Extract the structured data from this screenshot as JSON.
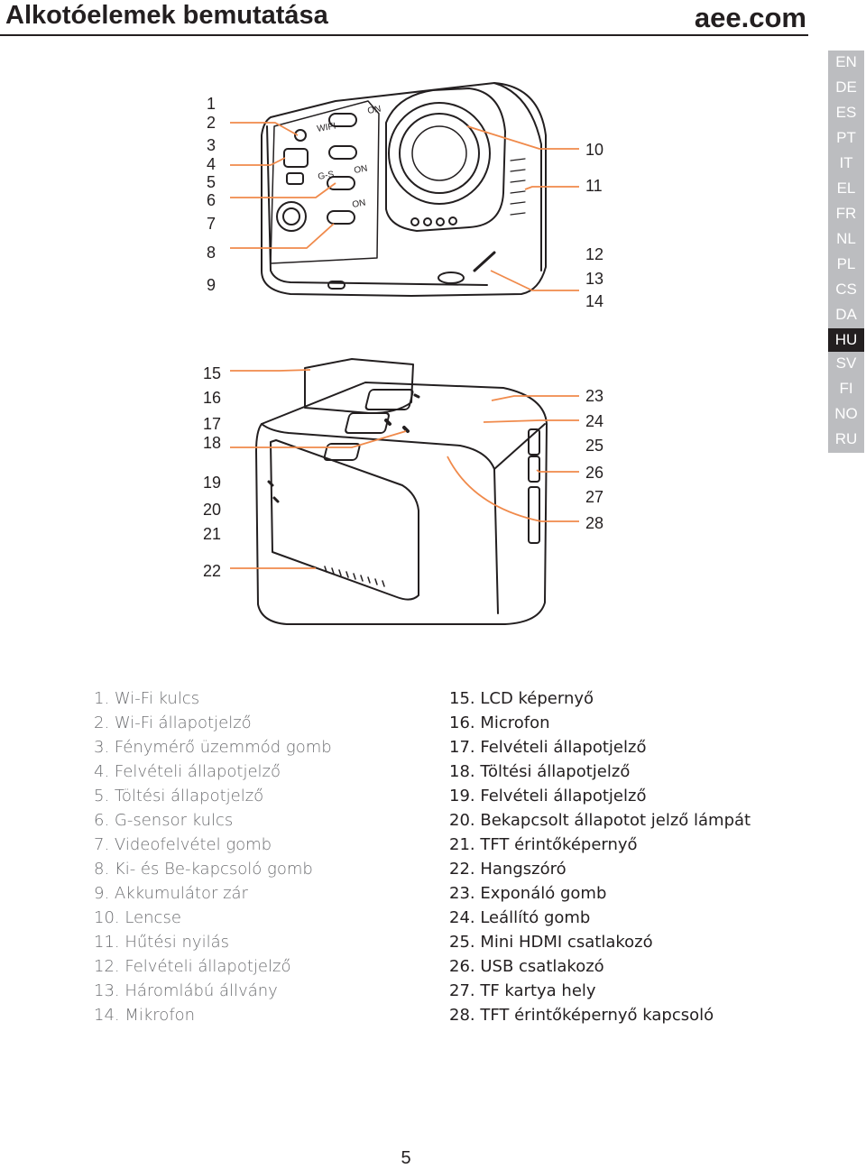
{
  "header": {
    "title": "Alkotóelemek bemutatása",
    "brand": "aee.com"
  },
  "languages": {
    "items": [
      "EN",
      "DE",
      "ES",
      "PT",
      "IT",
      "EL",
      "FR",
      "NL",
      "PL",
      "CS",
      "DA",
      "HU",
      "SV",
      "FI",
      "NO",
      "RU"
    ],
    "active": "HU"
  },
  "callouts": {
    "top_left": [
      "1",
      "2",
      "3",
      "4",
      "5",
      "6",
      "7",
      "8",
      "9"
    ],
    "top_right": [
      "10",
      "11",
      "12",
      "13",
      "14"
    ],
    "bottom_left": [
      "15",
      "16",
      "17",
      "18",
      "19",
      "20",
      "21",
      "22"
    ],
    "bottom_right": [
      "23",
      "24",
      "25",
      "26",
      "27",
      "28"
    ]
  },
  "camera_markings": {
    "wifi": "WIFI",
    "on1": "ON",
    "gs": "G-S",
    "on2": "ON",
    "on3": "ON"
  },
  "legend": {
    "left": [
      "1. Wi-Fi kulcs",
      "2. Wi-Fi állapotjelző",
      "3. Fénymérő üzemmód gomb",
      "4. Felvételi állapotjelző",
      "5. Töltési állapotjelző",
      "6. G-sensor kulcs",
      "7. Videofelvétel gomb",
      "8. Ki- és Be-kapcsoló gomb",
      "9. Akkumulátor zár",
      "10. Lencse",
      "11. Hűtési nyilás",
      "12. Felvételi állapotjelző",
      "13. Háromlábú állvány",
      "14. Mikrofon"
    ],
    "right": [
      "15. LCD képernyő",
      "16. Microfon",
      "17. Felvételi állapotjelző",
      "18. Töltési állapotjelző",
      "19. Felvételi állapotjelző",
      "20. Bekapcsolt állapotot jelző lámpát",
      "21. TFT érintőképernyő",
      "22. Hangszóró",
      "23. Exponáló gomb",
      "24. Leállító gomb",
      "25. Mini HDMI csatlakozó",
      "26. USB csatlakozó",
      "27. TF kartya hely",
      "28. TFT érintőképernyő kapcsoló"
    ]
  },
  "page_number": "5",
  "colors": {
    "accent": "#f08a4b",
    "ink": "#231f20",
    "langbar": "#bcbdc0"
  }
}
